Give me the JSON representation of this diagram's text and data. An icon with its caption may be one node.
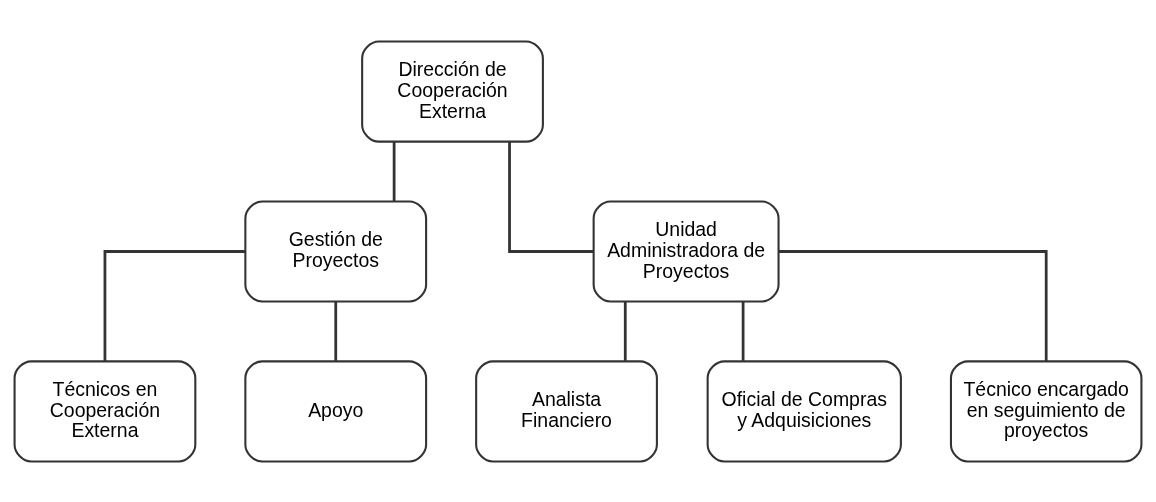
{
  "diagram": {
    "nodes": [
      {
        "text": [
          "Dirección de Cooperación Externa"
        ]
      },
      {
        "text": [
          "Gestión de Proyectos"
        ]
      },
      {
        "text": [
          "Unidad Administradora de Proyectos"
        ]
      },
      {
        "text": [
          "Técnicos en Cooperación Externa"
        ]
      },
      {
        "text": [
          "Apoyo"
        ]
      },
      {
        "text": [
          "Analista Financiero"
        ]
      },
      {
        "text": [
          "Oficial de Compras y Adquisiciones"
        ]
      },
      {
        "text": [
          "Técnico encargado en seguimiento de proyectos"
        ]
      }
    ],
    "edges": [
      {
        "from": 0,
        "to": 1,
        "arrow": "none"
      },
      {
        "from": 0,
        "to": 2,
        "arrow": "none"
      },
      {
        "from": 1,
        "to": 3,
        "arrow": "none"
      },
      {
        "from": 1,
        "to": 4,
        "arrow": "none"
      },
      {
        "from": 2,
        "to": 5,
        "arrow": "none"
      },
      {
        "from": 2,
        "to": 6,
        "arrow": "none"
      },
      {
        "from": 2,
        "to": 7,
        "arrow": "none"
      }
    ]
  }
}
